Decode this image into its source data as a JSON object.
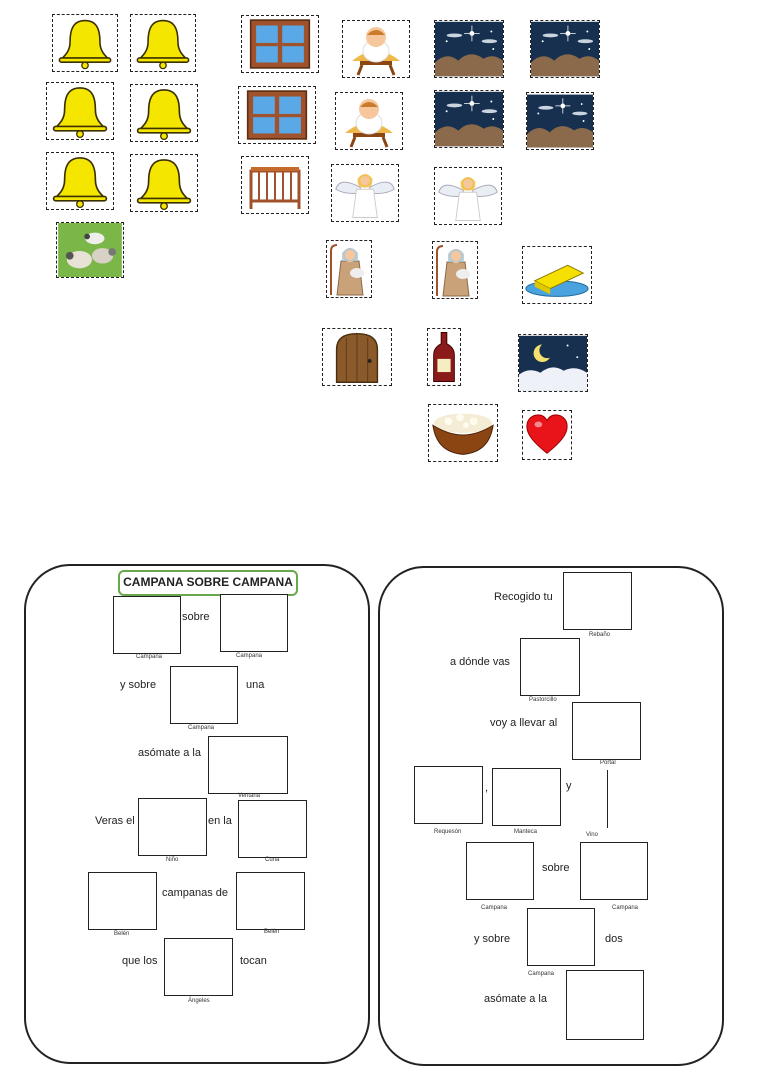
{
  "colors": {
    "bell": "#f5e600",
    "wood": "#a0522d",
    "sky": "#17304f",
    "green": "#6aa84f",
    "heart": "#e8141a"
  },
  "left_song": {
    "title": "CAMPANA SOBRE CAMPANA",
    "l1_sobre": "sobre",
    "l2_ysobre": "y sobre",
    "l2_una": "una",
    "l3_asomate": "asómate a la",
    "l4_veras": "Veras el",
    "l4_enla": "en la",
    "l5_campanasde": "campanas de",
    "l6_quelos": "que los",
    "l6_tocan": "tocan",
    "cap_campana": "Campana",
    "cap_ventana": "Ventana",
    "cap_nino": "Niño",
    "cap_cuna": "Cuna",
    "cap_belen": "Belén",
    "cap_angeles": "Ángeles"
  },
  "right_song": {
    "l1_recogido": "Recogido tu",
    "l2_adonde": "a dónde vas",
    "l3_voy": "voy a llevar al",
    "l4_comma": ",",
    "l4_y": "y",
    "l5_sobre": "sobre",
    "l6_ysobre": "y sobre",
    "l6_dos": "dos",
    "l7_asomate": "asómate a la",
    "cap_rebano": "Rebaño",
    "cap_pastorcillo": "Pastorcillo",
    "cap_portal": "Portal",
    "cap_requeson": "Requesón",
    "cap_manteca": "Manteca",
    "cap_vino": "Vino",
    "cap_campana": "Campana"
  },
  "pictures": [
    {
      "icon": "bell-icon"
    },
    {
      "icon": "window-icon"
    },
    {
      "icon": "baby-jesus-icon"
    },
    {
      "icon": "night-sky-icon"
    },
    {
      "icon": "crib-icon"
    },
    {
      "icon": "angel-icon"
    },
    {
      "icon": "sheep-icon"
    },
    {
      "icon": "shepherd-icon"
    },
    {
      "icon": "butter-icon"
    },
    {
      "icon": "door-icon"
    },
    {
      "icon": "wine-bottle-icon"
    },
    {
      "icon": "moon-sky-icon"
    },
    {
      "icon": "cottage-cheese-bowl-icon"
    },
    {
      "icon": "heart-icon"
    }
  ]
}
